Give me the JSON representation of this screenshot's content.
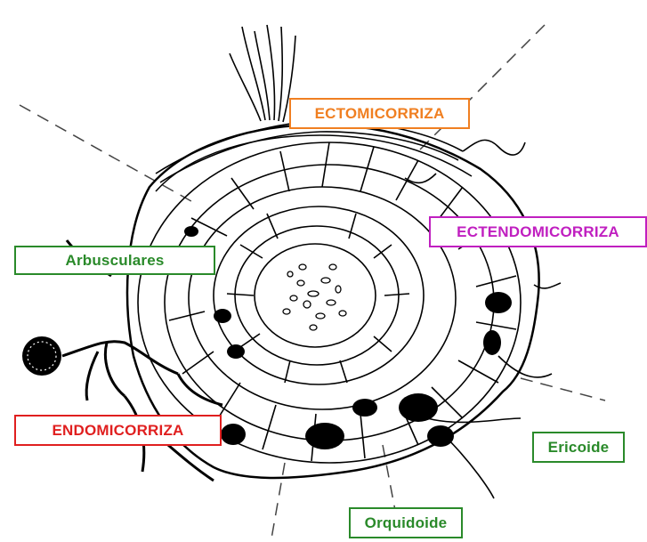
{
  "labels": {
    "ectomicorriza": "ECTOMICORRIZA",
    "ectendomicorriza": "ECTENDOMICORRIZA",
    "arbusculares": "Arbusculares",
    "endomicorriza": "ENDOMICORRIZA",
    "ericoide": "Ericoide",
    "orquidoide": "Orquidoide"
  },
  "colors": {
    "ectomicorriza": "#f07f21",
    "ectendomicorriza": "#c01fc0",
    "arbusculares": "#2a8a2a",
    "endomicorriza": "#e01f1f",
    "ericoide": "#2a8a2a",
    "orquidoide": "#2a8a2a",
    "ink": "#000000"
  }
}
